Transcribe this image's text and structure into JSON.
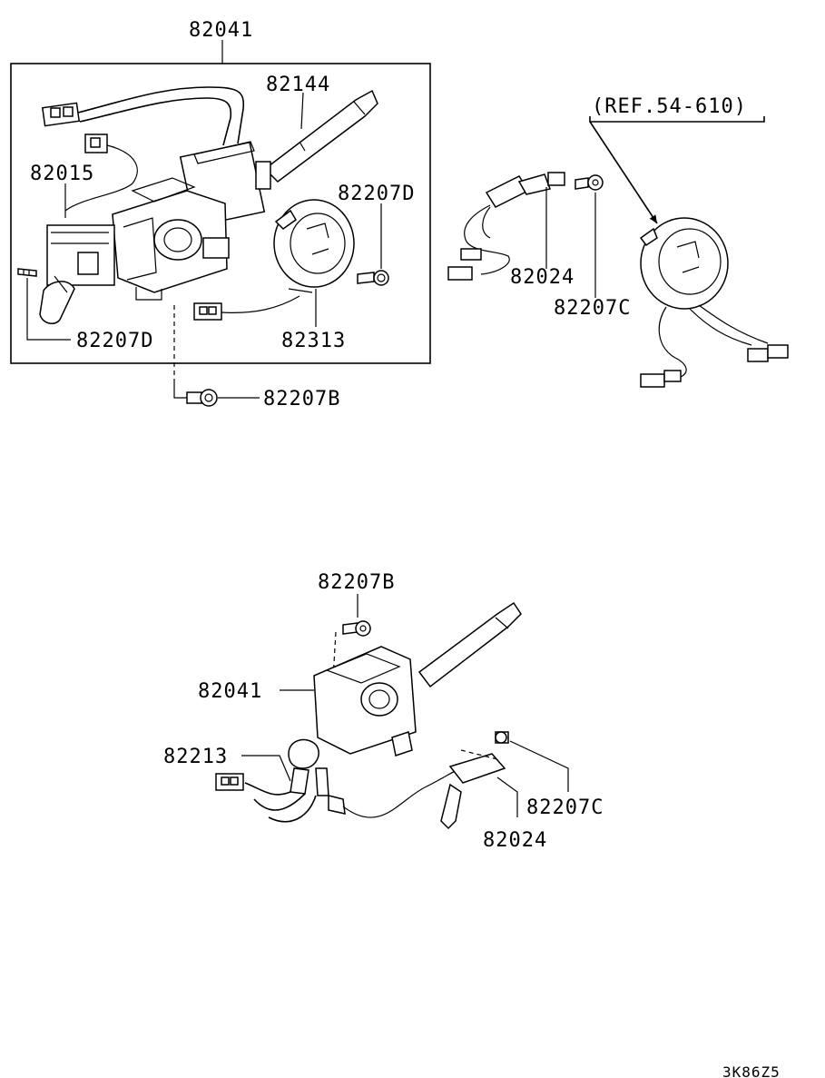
{
  "diagram_code": "3K86Z5",
  "callouts": {
    "top_assembly": "82041",
    "stalk": "82144",
    "lever_switch": "82015",
    "screw_d_right": "82207D",
    "screw_d_left": "82207D",
    "clock_spring": "82313",
    "screw_b_top": "82207B",
    "ref_note": "(REF.54-610)",
    "sensor_top": "82024",
    "screw_c_top": "82207C",
    "screw_b_bottom": "82207B",
    "assembly_bottom": "82041",
    "harness": "82213",
    "screw_c_bottom": "82207C",
    "sensor_bottom": "82024"
  }
}
